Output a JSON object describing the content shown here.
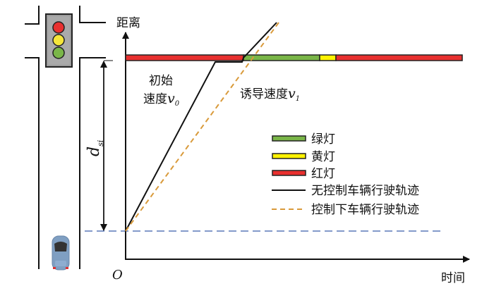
{
  "axes": {
    "y_label": "距离",
    "x_label": "时间",
    "origin": "O"
  },
  "annotations": {
    "initial_speed_line1": "初始",
    "initial_speed_line2": "速度",
    "initial_speed_var": "v",
    "initial_speed_sub": "0",
    "induced_speed": "诱导速度",
    "induced_speed_var": "v",
    "induced_speed_sub": "1",
    "distance_var": "d",
    "distance_sub": "si"
  },
  "legend": [
    {
      "label": "绿灯",
      "color": "#7ab648"
    },
    {
      "label": "黄灯",
      "color": "#fff200"
    },
    {
      "label": "红灯",
      "color": "#e8302f"
    },
    {
      "label": "无控制车辆行驶轨迹",
      "color": "#000000"
    },
    {
      "label": "控制下车辆行驶轨迹",
      "color": "#d99a3a"
    }
  ],
  "signal_phases": [
    {
      "phase": "red",
      "color": "#e8302f"
    },
    {
      "phase": "green",
      "color": "#7ab648"
    },
    {
      "phase": "yellow",
      "color": "#fff200"
    },
    {
      "phase": "red",
      "color": "#e8302f"
    }
  ],
  "reference_line_color": "#5a78b8"
}
